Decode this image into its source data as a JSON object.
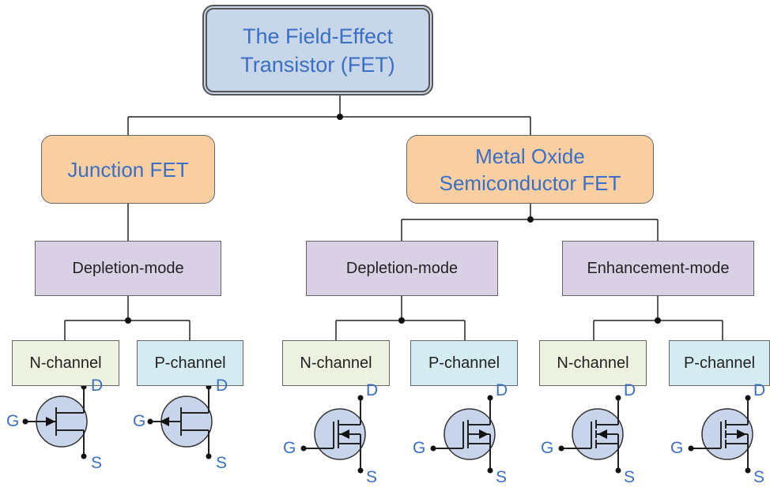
{
  "title": "The Field-Effect Transistor (FET)",
  "families": {
    "jfet": "Junction FET",
    "mosfet": "Metal Oxide Semiconductor FET"
  },
  "modes": {
    "jfet_depletion": "Depletion-mode",
    "mosfet_depletion": "Depletion-mode",
    "mosfet_enhancement": "Enhancement-mode"
  },
  "channels": {
    "jfet_n": "N-channel",
    "jfet_p": "P-channel",
    "mosfet_dep_n": "N-channel",
    "mosfet_dep_p": "P-channel",
    "mosfet_enh_n": "N-channel",
    "mosfet_enh_p": "P-channel"
  },
  "terminals": {
    "gate": "G",
    "drain": "D",
    "source": "S"
  },
  "colors": {
    "title_fill": "#c7d6e9",
    "family_fill": "#f9cfa1",
    "mode_fill": "#d9d0e6",
    "n_channel_fill": "#ecf2df",
    "p_channel_fill": "#d3ebf1",
    "text_blue": "#3a6fc4",
    "symbol_fill": "#c8d4ea"
  }
}
